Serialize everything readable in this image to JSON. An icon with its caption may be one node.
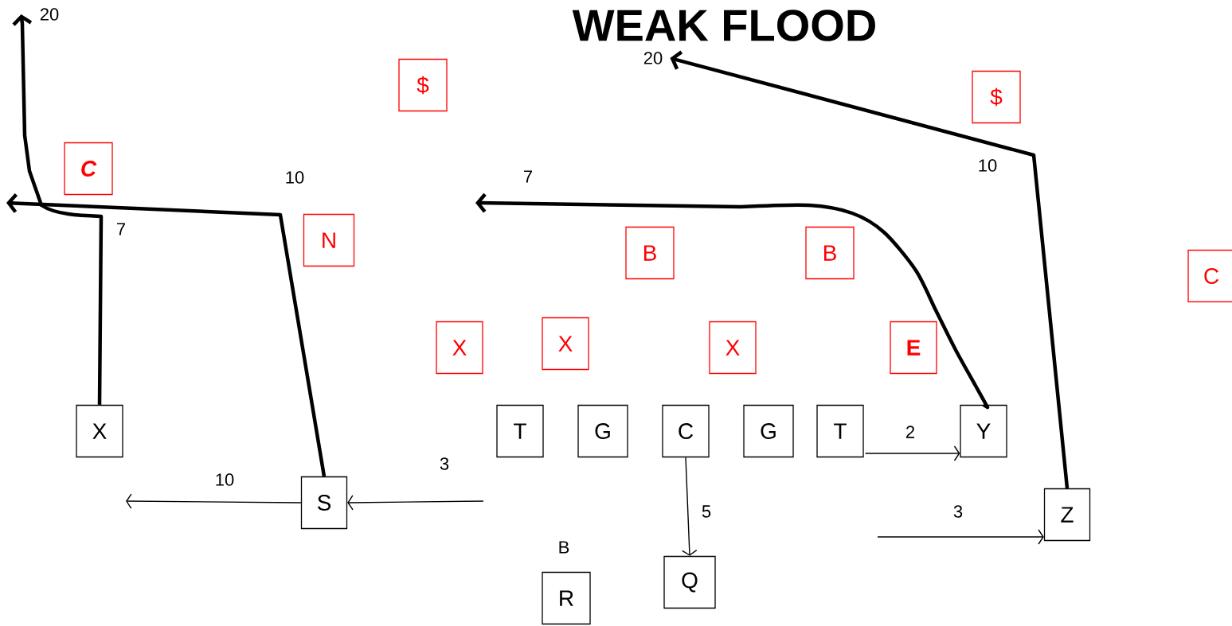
{
  "diagram": {
    "title": "WEAK FLOOD",
    "nodes": [
      {
        "text": [
          "$"
        ]
      },
      {
        "text": [
          "$"
        ]
      },
      {
        "text": [
          "C"
        ]
      },
      {
        "text": [
          "N"
        ]
      },
      {
        "text": [
          "B"
        ]
      },
      {
        "text": [
          "B"
        ]
      },
      {
        "text": [
          "C"
        ]
      },
      {
        "text": [
          "X"
        ]
      },
      {
        "text": [
          "X"
        ]
      },
      {
        "text": [
          "X"
        ]
      },
      {
        "text": [
          "E"
        ]
      },
      {
        "text": [
          "X"
        ]
      },
      {
        "text": [
          "T"
        ]
      },
      {
        "text": [
          "G"
        ]
      },
      {
        "text": [
          "C"
        ]
      },
      {
        "text": [
          "G"
        ]
      },
      {
        "text": [
          "T"
        ]
      },
      {
        "text": [
          "Y"
        ]
      },
      {
        "text": [
          "S"
        ]
      },
      {
        "text": [
          "Z"
        ]
      },
      {
        "text": [
          "Q"
        ]
      },
      {
        "text": [
          "R"
        ]
      },
      {
        "text": [
          "20"
        ]
      },
      {
        "text": [
          "20"
        ]
      }
    ],
    "edges": [
      {
        "from": 11,
        "to": 22,
        "arrow": "to",
        "style": "thick"
      },
      {
        "from": 18,
        "to": null,
        "arrow": "to",
        "style": "thick"
      },
      {
        "from": 17,
        "to": null,
        "arrow": "to",
        "style": "thick"
      },
      {
        "from": 19,
        "to": 23,
        "arrow": "to",
        "style": "thick"
      },
      {
        "from": 16,
        "to": 17,
        "arrow": "to",
        "label": "2"
      },
      {
        "from": 14,
        "to": 20,
        "arrow": "to",
        "label": "5"
      },
      {
        "from": null,
        "to": 19,
        "arrow": "to",
        "label": "3"
      },
      {
        "from": null,
        "to": 18,
        "arrow": "to",
        "label": "3"
      },
      {
        "from": 18,
        "to": null,
        "arrow": "to",
        "label": "10"
      }
    ],
    "labels": [
      "7",
      "10",
      "7",
      "10",
      "B"
    ]
  }
}
